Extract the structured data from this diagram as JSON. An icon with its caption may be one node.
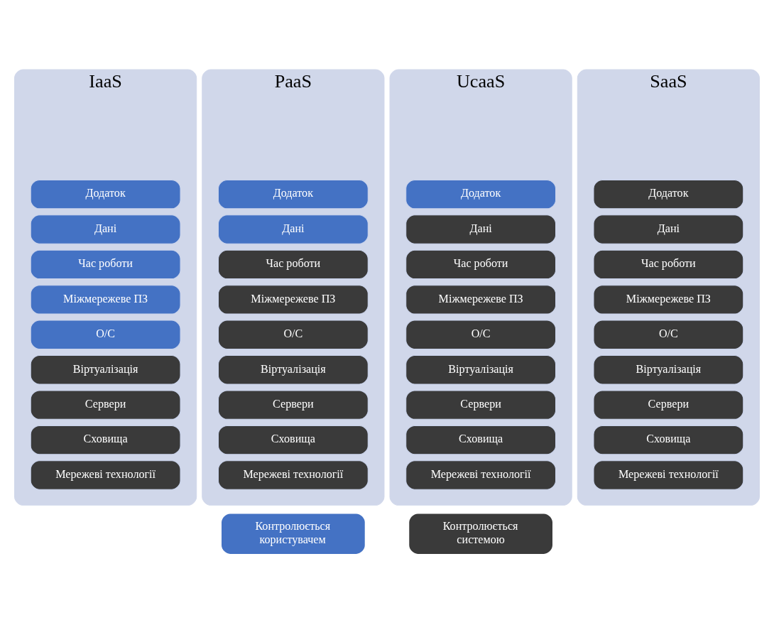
{
  "diagram": {
    "nodes": [
      {
        "text": [
          "IaaS"
        ]
      },
      {
        "text": [
          "Додаток"
        ],
        "in": 0
      },
      {
        "text": [
          "Дані"
        ],
        "in": 0
      },
      {
        "text": [
          "Час роботи"
        ],
        "in": 0
      },
      {
        "text": [
          "Міжмережеве ПЗ"
        ],
        "in": 0
      },
      {
        "text": [
          "О/С"
        ],
        "in": 0
      },
      {
        "text": [
          "Віртуалізація"
        ],
        "in": 0
      },
      {
        "text": [
          "Сервери"
        ],
        "in": 0
      },
      {
        "text": [
          "Сховища"
        ],
        "in": 0
      },
      {
        "text": [
          "Мережеві технології"
        ],
        "in": 0
      },
      {
        "text": [
          "PaaS"
        ]
      },
      {
        "text": [
          "Додаток"
        ],
        "in": 10
      },
      {
        "text": [
          "Дані"
        ],
        "in": 10
      },
      {
        "text": [
          "Час роботи"
        ],
        "in": 10
      },
      {
        "text": [
          "Міжмережеве ПЗ"
        ],
        "in": 10
      },
      {
        "text": [
          "О/С"
        ],
        "in": 10
      },
      {
        "text": [
          "Віртуалізація"
        ],
        "in": 10
      },
      {
        "text": [
          "Сервери"
        ],
        "in": 10
      },
      {
        "text": [
          "Сховища"
        ],
        "in": 10
      },
      {
        "text": [
          "Мережеві технології"
        ],
        "in": 10
      },
      {
        "text": [
          "UcaaS"
        ]
      },
      {
        "text": [
          "Додаток"
        ],
        "in": 20
      },
      {
        "text": [
          "Дані"
        ],
        "in": 20
      },
      {
        "text": [
          "Час роботи"
        ],
        "in": 20
      },
      {
        "text": [
          "Міжмережеве ПЗ"
        ],
        "in": 20
      },
      {
        "text": [
          "О/С"
        ],
        "in": 20
      },
      {
        "text": [
          "Віртуалізація"
        ],
        "in": 20
      },
      {
        "text": [
          "Сервери"
        ],
        "in": 20
      },
      {
        "text": [
          "Сховища"
        ],
        "in": 20
      },
      {
        "text": [
          "Мережеві технології"
        ],
        "in": 20
      },
      {
        "text": [
          "SaaS"
        ]
      },
      {
        "text": [
          "Додаток"
        ],
        "in": 30
      },
      {
        "text": [
          "Дані"
        ],
        "in": 30
      },
      {
        "text": [
          "Час роботи"
        ],
        "in": 30
      },
      {
        "text": [
          "Міжмережеве ПЗ"
        ],
        "in": 30
      },
      {
        "text": [
          "О/С"
        ],
        "in": 30
      },
      {
        "text": [
          "Віртуалізація"
        ],
        "in": 30
      },
      {
        "text": [
          "Сервери"
        ],
        "in": 30
      },
      {
        "text": [
          "Сховища"
        ],
        "in": 30
      },
      {
        "text": [
          "Мережеві технології"
        ],
        "in": 30
      }
    ],
    "legend": [
      {
        "text": "Контролюється користувачем",
        "color": "#4472c4"
      },
      {
        "text": "Контролюється системою",
        "color": "#3a3a3a"
      }
    ]
  }
}
